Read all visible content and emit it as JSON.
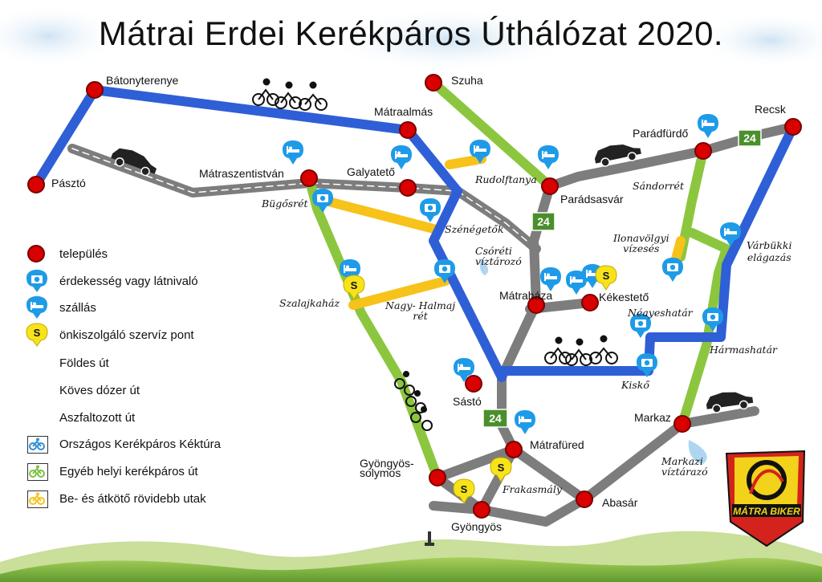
{
  "title": "Mátrai Erdei Kerékpáros Úthálózat 2020.",
  "legend": {
    "telepules": "település",
    "erdekesseg": "érdekesség vagy látnivaló",
    "szallas": "szállás",
    "szerviz": "önkiszolgáló szervíz pont",
    "foldes": "Földes út",
    "koves": "Köves dózer út",
    "aszfalt": "Aszfaltozott út",
    "kektura": "Országos Kerékpáros Kéktúra",
    "helyi": "Egyéb helyi kerékpáros út",
    "atkoto": "Be- és átkötő rövidebb utak"
  },
  "places": {
    "batonyterenye": "Bátonyterenye",
    "paszto": "Pásztó",
    "matraszentistvan": "Mátraszentistván",
    "galyateto": "Galyatető",
    "matraalmas": "Mátraalmás",
    "szuha": "Szuha",
    "paradsasvar": "Parádsasvár",
    "paradfurdo": "Parádfürdő",
    "recsk": "Recsk",
    "matrahaza": "Mátraháza",
    "kekesteto": "Kékestető",
    "sasto": "Sástó",
    "matrafured": "Mátrafüred",
    "gyongyossolymos": "Gyöngyös-\nsolymos",
    "gyongyos": "Gyöngyös",
    "abasar": "Abasár",
    "markaz": "Markaz"
  },
  "pois": {
    "bugosret": "Bügősrét",
    "rudolftanya": "Rudolftanya",
    "szenegetok": "Szénégetők",
    "csoreti": "Csóréti\nvíztározó",
    "sandorret": "Sándorrét",
    "ilonavolgyi": "Ilonavölgyi\nvízesés",
    "varbukki": "Várbükki\nelágazás",
    "szalajkahaz": "Szalajkaház",
    "nagyhalmaj": "Nagy- Halmaj\nrét",
    "neayeshatar": "Néayeshatár",
    "harmashatar": "Hármashatár",
    "kisko": "Kiskő",
    "frakasmaly": "Frakasmály",
    "markazi": "Markazi\nvíztárazó"
  },
  "badges": {
    "route24": "24",
    "service": "S"
  },
  "logo": {
    "text": "MÁTRA BIKER"
  },
  "colors": {
    "blue": "#2f5fd6",
    "green": "#8cc63f",
    "yellow": "#f7c21a",
    "gray": "#808080",
    "red": "#d90000",
    "poi": "#1e9be8",
    "grass": "#7fb342"
  }
}
